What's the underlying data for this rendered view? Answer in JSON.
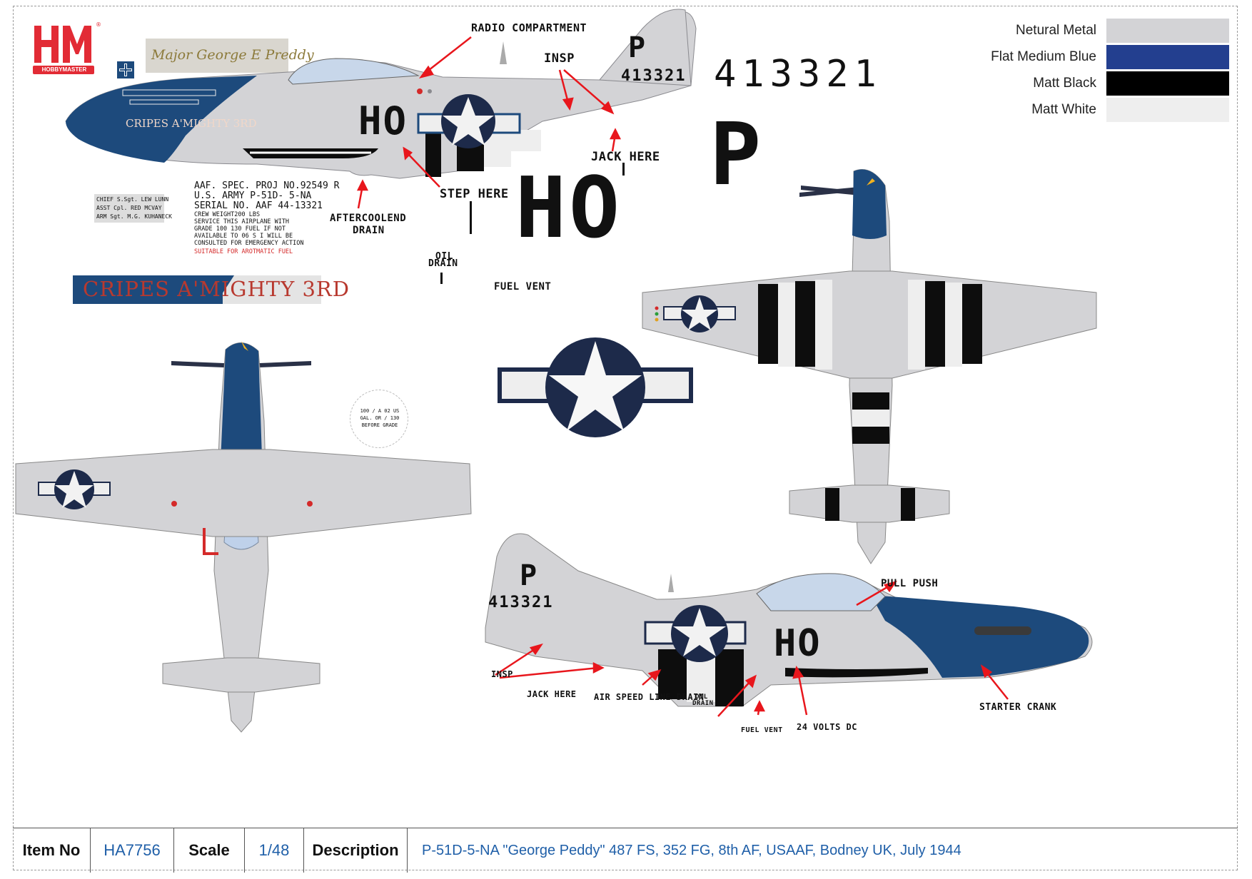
{
  "colors": {
    "blue": "#1d4a7c",
    "metal": "#d3d3d6",
    "black": "#0d0d0d",
    "white": "#eeeeee",
    "arrow": "#e8161c",
    "logo_red": "#e22b35",
    "link_blue": "#1f5fa8"
  },
  "logo": {
    "mark": "HM",
    "subtitle": "HOBBYMASTER",
    "reg": "®"
  },
  "legend": [
    {
      "name": "Netural Metal",
      "color": "#d3d3d6"
    },
    {
      "name": "Flat Medium Blue",
      "color": "#233f8f"
    },
    {
      "name": "Matt Black",
      "color": "#000000"
    },
    {
      "name": "Matt White",
      "color": "#eeeeee"
    }
  ],
  "markings": {
    "serial_large": "413321",
    "tail_letter": "P",
    "code_letters": "HO",
    "nose_art_small": "CRIPES A'MIGHTY 3RD",
    "nose_art_large": "CRIPES A'MIGHTY 3RD",
    "pilot_signature": "Major George E Preddy",
    "gas_ring_text": "100 / A 02 US GAL. OR / 130 BEFORE GRADE"
  },
  "crew": {
    "chief": "CHIEF S.Sgt. LEW LUNN",
    "asst": "ASST Cpl. RED MCVAY",
    "arm": "ARM Sgt. M.G. KUHANECK"
  },
  "data_block": {
    "line1": "AAF. SPEC. PROJ NO.92549 R",
    "line2": "U.S.  ARMY P-51D- 5-NA",
    "line3": "SERIAL  NO. AAF   44-13321",
    "line4": "CREW WEIGHT200 LBS",
    "line5": "SERVICE THIS  AIRPLANE WITH",
    "line6": "GRADE 100 130  FUEL IF NOT",
    "line7": "AVAILABLE TO 06 S I WILL BE",
    "line8": "CONSULTED FOR EMERGENCY ACTION",
    "line9": "SUITABLE  FOR  AROTMATIC FUEL"
  },
  "callouts": {
    "radio": "RADIO COMPARTMENT",
    "insp_top": "INSP",
    "jack_top": "JACK HERE",
    "step": "STEP HERE",
    "after_1": "AFTERCOOLEND",
    "after_2": "DRAIN",
    "oil_1": "OIL",
    "oil_2": "DRAIN",
    "fuel_vent": "FUEL VENT",
    "pull_push": "PULL PUSH",
    "insp_bot": "INSP",
    "jack_bot": "JACK HERE",
    "airspeed": "AIR SPEED LINE DRAIN",
    "oil_b1": "OIL",
    "oil_b2": "DRAIN",
    "fuel_vent_b": "FUEL VENT",
    "volts": "24 VOLTS DC",
    "starter": "STARTER CRANK"
  },
  "footer": {
    "item_label": "Item No",
    "item_value": "HA7756",
    "scale_label": "Scale",
    "scale_value": "1/48",
    "desc_label": "Description",
    "desc_value": "P-51D-5-NA \"George Peddy\" 487 FS, 352 FG, 8th AF, USAAF, Bodney UK, July 1944"
  }
}
